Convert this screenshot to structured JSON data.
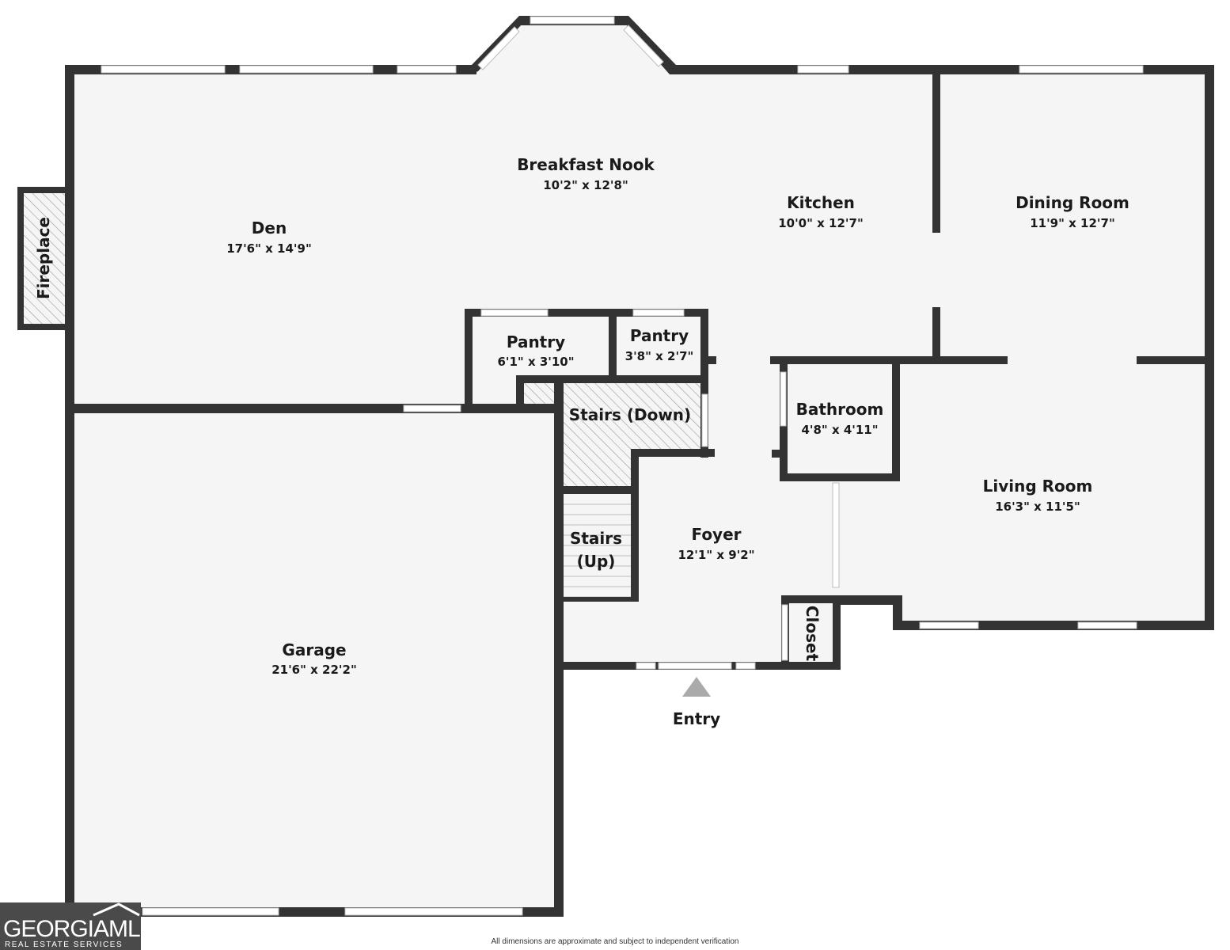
{
  "rooms": {
    "breakfast_nook": {
      "name": "Breakfast Nook",
      "dims": "10'2\" x 12'8\""
    },
    "den": {
      "name": "Den",
      "dims": "17'6\" x 14'9\""
    },
    "kitchen": {
      "name": "Kitchen",
      "dims": "10'0\" x 12'7\""
    },
    "dining_room": {
      "name": "Dining Room",
      "dims": "11'9\" x 12'7\""
    },
    "pantry_1": {
      "name": "Pantry",
      "dims": "6'1\" x 3'10\""
    },
    "pantry_2": {
      "name": "Pantry",
      "dims": "3'8\" x 2'7\""
    },
    "stairs_down": {
      "name": "Stairs (Down)"
    },
    "bathroom": {
      "name": "Bathroom",
      "dims": "4'8\" x 4'11\""
    },
    "living_room": {
      "name": "Living Room",
      "dims": "16'3\" x 11'5\""
    },
    "stairs_up": {
      "name_line1": "Stairs",
      "name_line2": "(Up)"
    },
    "foyer": {
      "name": "Foyer",
      "dims": "12'1\" x 9'2\""
    },
    "closet": {
      "name": "Closet"
    },
    "garage": {
      "name": "Garage",
      "dims": "21'6\" x 22'2\""
    },
    "fireplace": {
      "name": "Fireplace"
    }
  },
  "entry": {
    "label": "Entry"
  },
  "footer": {
    "disclaimer": "All dimensions are approximate and subject to independent verification"
  },
  "logo": {
    "main": "GEORGIAMLS",
    "sub": "REAL ESTATE SERVICES"
  },
  "colors": {
    "wall": "#333333",
    "floor": "#f5f5f5",
    "hatch": "#9a9a9a",
    "window": "#ffffff",
    "entry_arrow": "#aaaaaa",
    "logo_bg": "#4a4a4a"
  }
}
